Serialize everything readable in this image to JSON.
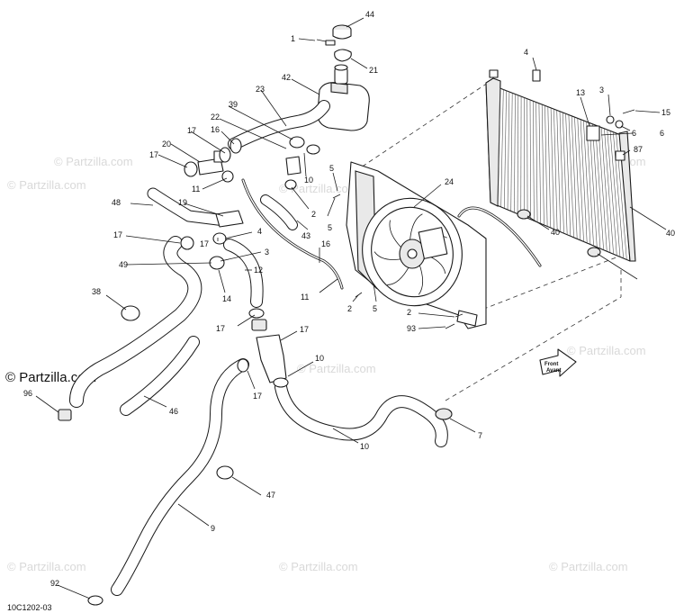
{
  "diagram": {
    "code": "10C1202-03",
    "brand": "© Partzilla.com",
    "watermark": "© Partzilla.com",
    "front_arrow_line1": "Front",
    "front_arrow_line2": "Avant"
  },
  "callouts": [
    "44",
    "1",
    "21",
    "42",
    "23",
    "39",
    "22",
    "16",
    "17",
    "20",
    "10",
    "11",
    "17",
    "48",
    "19",
    "17",
    "17",
    "4",
    "3",
    "49",
    "12",
    "14",
    "38",
    "43",
    "16",
    "11",
    "2",
    "5",
    "5",
    "24",
    "2",
    "5",
    "2",
    "93",
    "17",
    "17",
    "17",
    "10",
    "96",
    "46",
    "10",
    "7",
    "47",
    "9",
    "92",
    "4",
    "13",
    "3",
    "15",
    "6",
    "6",
    "87",
    "40",
    "40"
  ]
}
